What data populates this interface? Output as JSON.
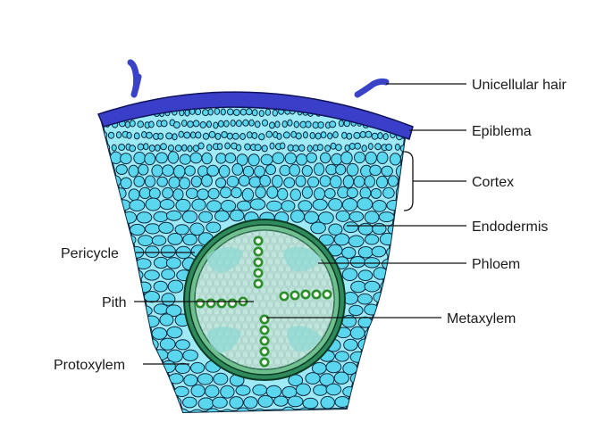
{
  "labels": {
    "unicellular_hair": "Unicellular hair",
    "epiblema": "Epiblema",
    "cortex": "Cortex",
    "endodermis": "Endodermis",
    "pericycle": "Pericycle",
    "phloem": "Phloem",
    "pith": "Pith",
    "metaxylem": "Metaxylem",
    "protoxylem": "Protoxylem"
  },
  "colors": {
    "epiblema": "#3a3fc9",
    "root_hair": "#3a43c8",
    "cortex_cell": "#5ad6ef",
    "cortex_bg": "#9eeaf7",
    "cell_outline": "#0b2a40",
    "endodermis": "#2f8a5c",
    "pericycle": "#6fbf8f",
    "stele_fill": "#bfe6dd",
    "phloem": "#8fd9d3",
    "xylem": "#2c8f2c"
  }
}
